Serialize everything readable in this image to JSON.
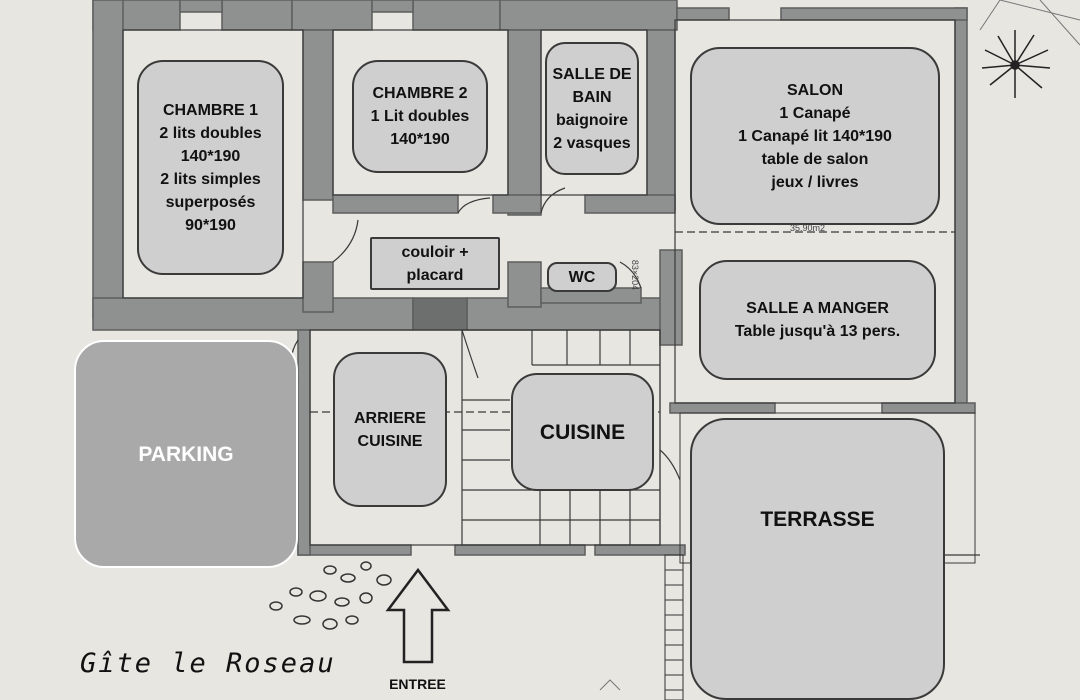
{
  "title": "Gîte le Roseau",
  "entrance_label": "ENTREE",
  "rooms": {
    "chambre1": [
      "CHAMBRE 1",
      "2 lits doubles",
      "140*190",
      "2 lits simples",
      "superposés",
      "90*190"
    ],
    "chambre2": [
      "CHAMBRE 2",
      "1 Lit doubles",
      "140*190"
    ],
    "salle_de_bain": [
      "SALLE DE",
      "BAIN",
      "baignoire",
      "2 vasques"
    ],
    "salon": [
      "SALON",
      "1 Canapé",
      "1 Canapé lit 140*190",
      "table de salon",
      "jeux / livres"
    ],
    "couloir": [
      "couloir +",
      "placard"
    ],
    "wc": [
      "WC"
    ],
    "salle_a_manger": [
      "SALLE A MANGER",
      "Table jusqu'à 13 pers."
    ],
    "parking": [
      "PARKING"
    ],
    "arriere_cuisine": [
      "ARRIERE",
      "CUISINE"
    ],
    "cuisine": [
      "CUISINE"
    ],
    "terrasse": [
      "TERRASSE"
    ]
  },
  "dimensions": {
    "wc_door": "83×204",
    "salon_area": "35.90m2"
  },
  "colors": {
    "paper": "#e7e6e1",
    "wall": "#8f9090",
    "room_fill": "#cfcfcf",
    "parking_fill": "#a9a9a9"
  }
}
